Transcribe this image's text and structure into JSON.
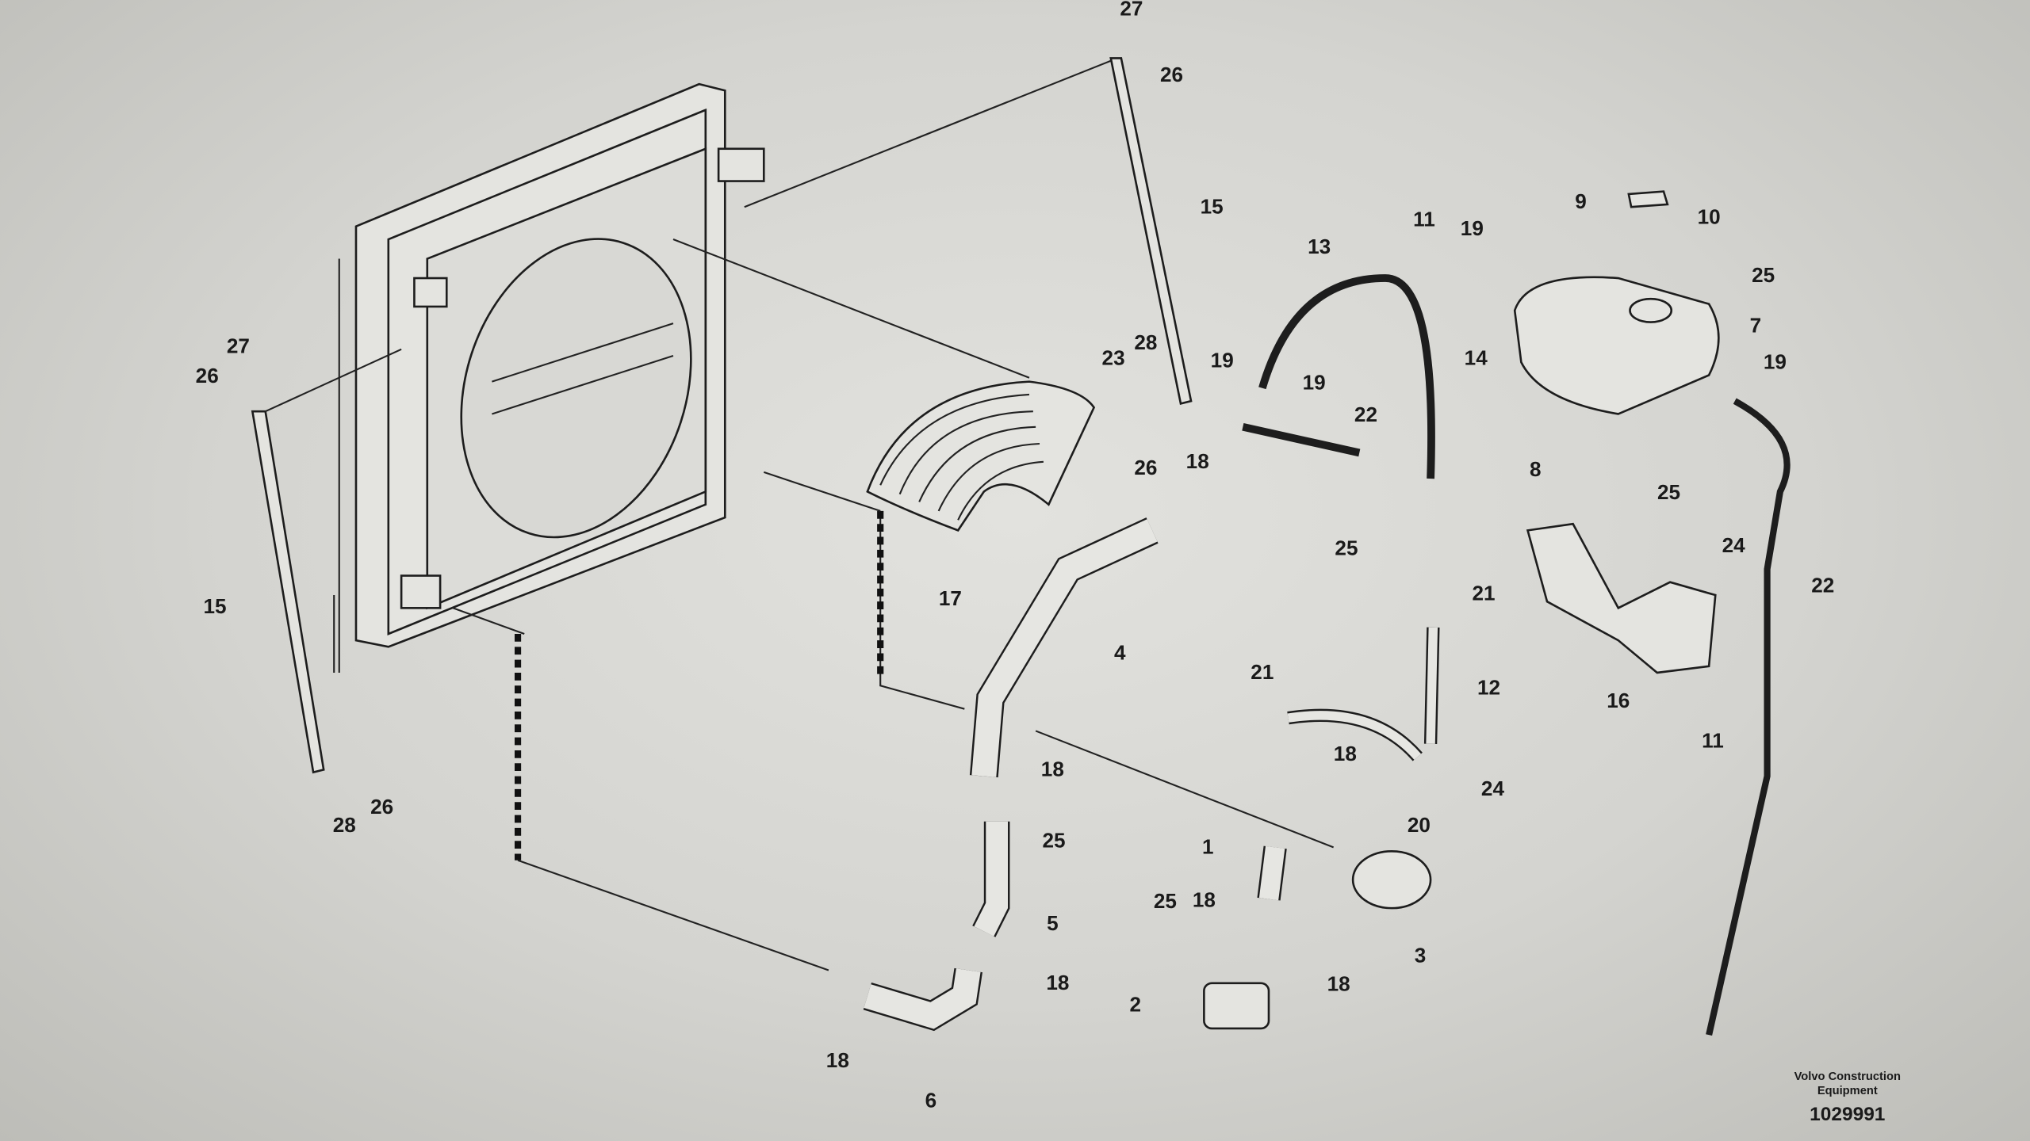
{
  "diagram": {
    "title_block": {
      "company": "Volvo Construction Equipment",
      "company_line1": "Volvo Construction",
      "company_line2": "Equipment",
      "drawing_number": "1029991"
    },
    "callouts": [
      "27",
      "26",
      "15",
      "11",
      "19",
      "9",
      "10",
      "13",
      "25",
      "7",
      "27",
      "26",
      "23",
      "28",
      "19",
      "19",
      "14",
      "19",
      "22",
      "26",
      "18",
      "8",
      "25",
      "25",
      "24",
      "22",
      "17",
      "15",
      "21",
      "4",
      "12",
      "21",
      "16",
      "11",
      "18",
      "24",
      "18",
      "20",
      "25",
      "28",
      "26",
      "1",
      "5",
      "3",
      "25",
      "18",
      "18",
      "18",
      "2",
      "18",
      "6"
    ]
  }
}
